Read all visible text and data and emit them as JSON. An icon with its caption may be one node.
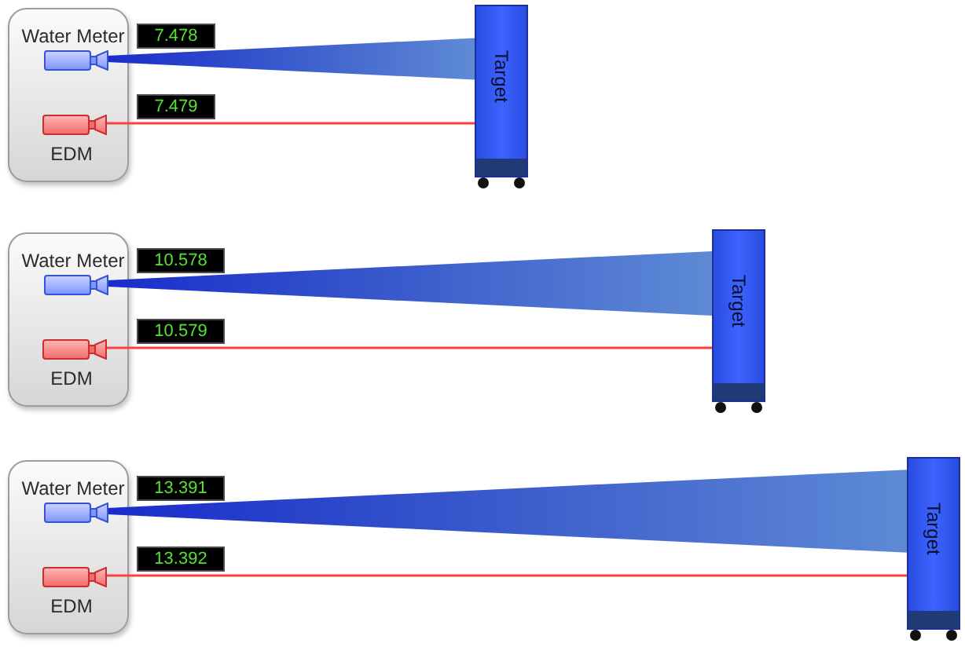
{
  "diagram": {
    "nodes": [
      {
        "text": [],
        "shape": "box"
      },
      {
        "text": [],
        "shape": "picture",
        "beside": [
          "Water Meter"
        ],
        "in": 0
      },
      {
        "text": [
          "7.478"
        ]
      },
      {
        "text": [],
        "shape": "picture",
        "beside": [
          "EDM"
        ],
        "in": 0
      },
      {
        "text": [
          "7.479"
        ]
      },
      {
        "text": [
          "Target"
        ]
      },
      {
        "text": [],
        "shape": "box"
      },
      {
        "text": [],
        "shape": "picture",
        "beside": [
          "Water Meter"
        ],
        "in": 6
      },
      {
        "text": [
          "10.578"
        ]
      },
      {
        "text": [],
        "shape": "picture",
        "beside": [
          "EDM"
        ],
        "in": 6
      },
      {
        "text": [
          "10.579"
        ]
      },
      {
        "text": [
          "Target"
        ]
      },
      {
        "text": [],
        "shape": "box"
      },
      {
        "text": [],
        "shape": "picture",
        "beside": [
          "Water Meter"
        ],
        "in": 12
      },
      {
        "text": [
          "13.391"
        ]
      },
      {
        "text": [],
        "shape": "picture",
        "beside": [
          "EDM"
        ],
        "in": 12
      },
      {
        "text": [
          "13.392"
        ]
      },
      {
        "text": [
          "Target"
        ]
      }
    ],
    "edges": [
      {
        "from": 1,
        "to": 5,
        "arrow": "none",
        "style": "thick",
        "color": "#1a2ccc"
      },
      {
        "from": 3,
        "to": 5,
        "arrow": "none",
        "color": "#ff4040"
      },
      {
        "from": 7,
        "to": 11,
        "arrow": "none",
        "style": "thick",
        "color": "#1a2ccc"
      },
      {
        "from": 9,
        "to": 11,
        "arrow": "none",
        "color": "#ff4040"
      },
      {
        "from": 13,
        "to": 17,
        "arrow": "none",
        "style": "thick",
        "color": "#1a2ccc"
      },
      {
        "from": 15,
        "to": 17,
        "arrow": "none",
        "color": "#ff4040"
      }
    ]
  }
}
